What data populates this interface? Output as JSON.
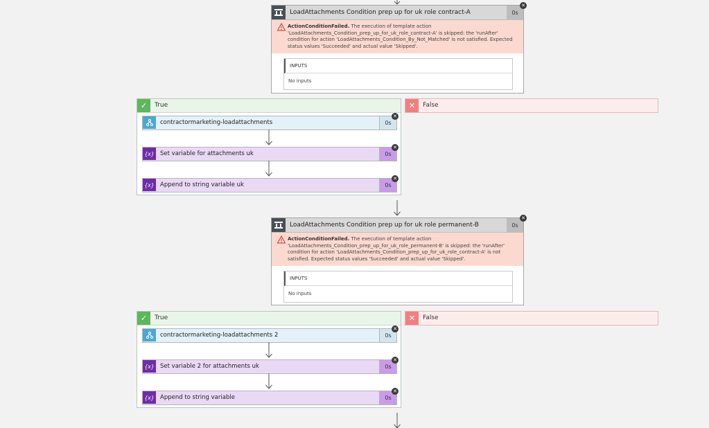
{
  "conditions": [
    {
      "title": "LoadAttachments Condition prep up for uk role contract-A",
      "duration": "0s",
      "error_title": "ActionConditionFailed.",
      "error_text": "The execution of template action 'LoadAttachments_Condition_prep_up_for_uk_role_contract-A' is skipped: the 'runAfter' condition for action 'LoadAttachments_Condition_By_Not_Matched' is not satisfied. Expected status values 'Succeeded' and actual value 'Skipped'.",
      "inputs_label": "INPUTS",
      "inputs_value": "No inputs"
    },
    {
      "title": "LoadAttachments Condition prep up for uk role permanent-B",
      "duration": "0s",
      "error_title": "ActionConditionFailed.",
      "error_text": "The execution of template action 'LoadAttachments_Condition_prep_up_for_uk_role_permanent-B' is skipped: the 'runAfter' condition for action 'LoadAttachments_Condition_prep_up_for_uk_role_contract-A' is not satisfied. Expected status values 'Succeeded' and actual value 'Skipped'.",
      "inputs_label": "INPUTS",
      "inputs_value": "No inputs"
    }
  ],
  "branches": [
    {
      "true_label": "True",
      "false_label": "False",
      "actions": [
        {
          "label": "contractormarketing-loadattachments",
          "duration": "0s",
          "icon": "http-icon"
        },
        {
          "label": "Set variable for attachments uk",
          "duration": "0s",
          "icon": "variable-icon"
        },
        {
          "label": "Append to string variable uk",
          "duration": "0s",
          "icon": "variable-icon"
        }
      ]
    },
    {
      "true_label": "True",
      "false_label": "False",
      "actions": [
        {
          "label": "contractormarketing-loadattachments 2",
          "duration": "0s",
          "icon": "http-icon"
        },
        {
          "label": "Set variable 2 for attachments uk",
          "duration": "0s",
          "icon": "variable-icon"
        },
        {
          "label": "Append to string variable",
          "duration": "0s",
          "icon": "variable-icon"
        }
      ]
    }
  ],
  "icons": {
    "condition": "condition-icon",
    "warning": "warning-icon",
    "check": "check-icon",
    "close": "close-icon",
    "http": "http-icon",
    "variable": "variable-icon",
    "variable_glyph": "{x}"
  },
  "colors": {
    "true_branch": "#5cb85c",
    "false_branch": "#f08080",
    "error_bg": "#fbd9cf",
    "variable": "#6e2ca8",
    "http": "#4ba8d4"
  }
}
